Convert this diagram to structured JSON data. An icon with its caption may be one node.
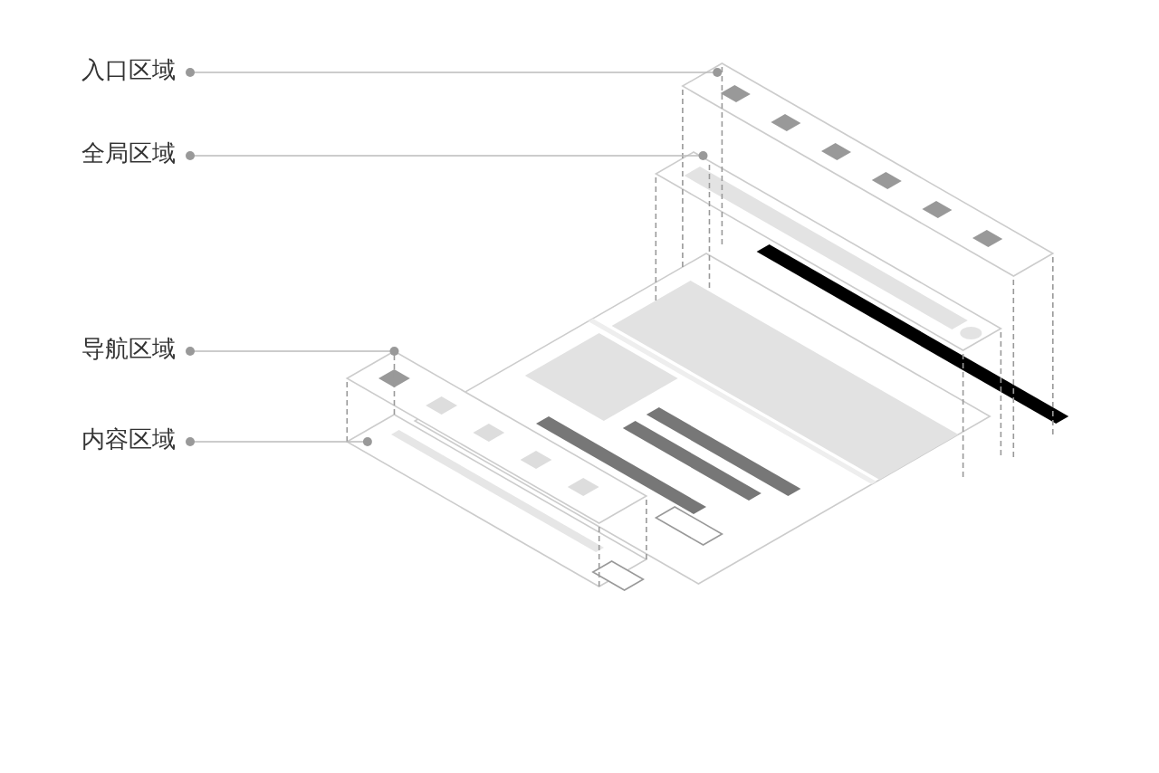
{
  "diagram": {
    "nodes": [
      {
        "text": [
          "入口区域"
        ]
      },
      {
        "text": [
          "全局区域"
        ]
      },
      {
        "text": [
          "导航区域"
        ]
      },
      {
        "text": [
          "内容区域"
        ]
      }
    ],
    "edges": [
      {
        "from": 0,
        "to": null,
        "arrow": "other"
      },
      {
        "from": 1,
        "to": null,
        "arrow": "other"
      },
      {
        "from": 2,
        "to": null,
        "arrow": "other"
      },
      {
        "from": 3,
        "to": null,
        "arrow": "other"
      }
    ]
  }
}
